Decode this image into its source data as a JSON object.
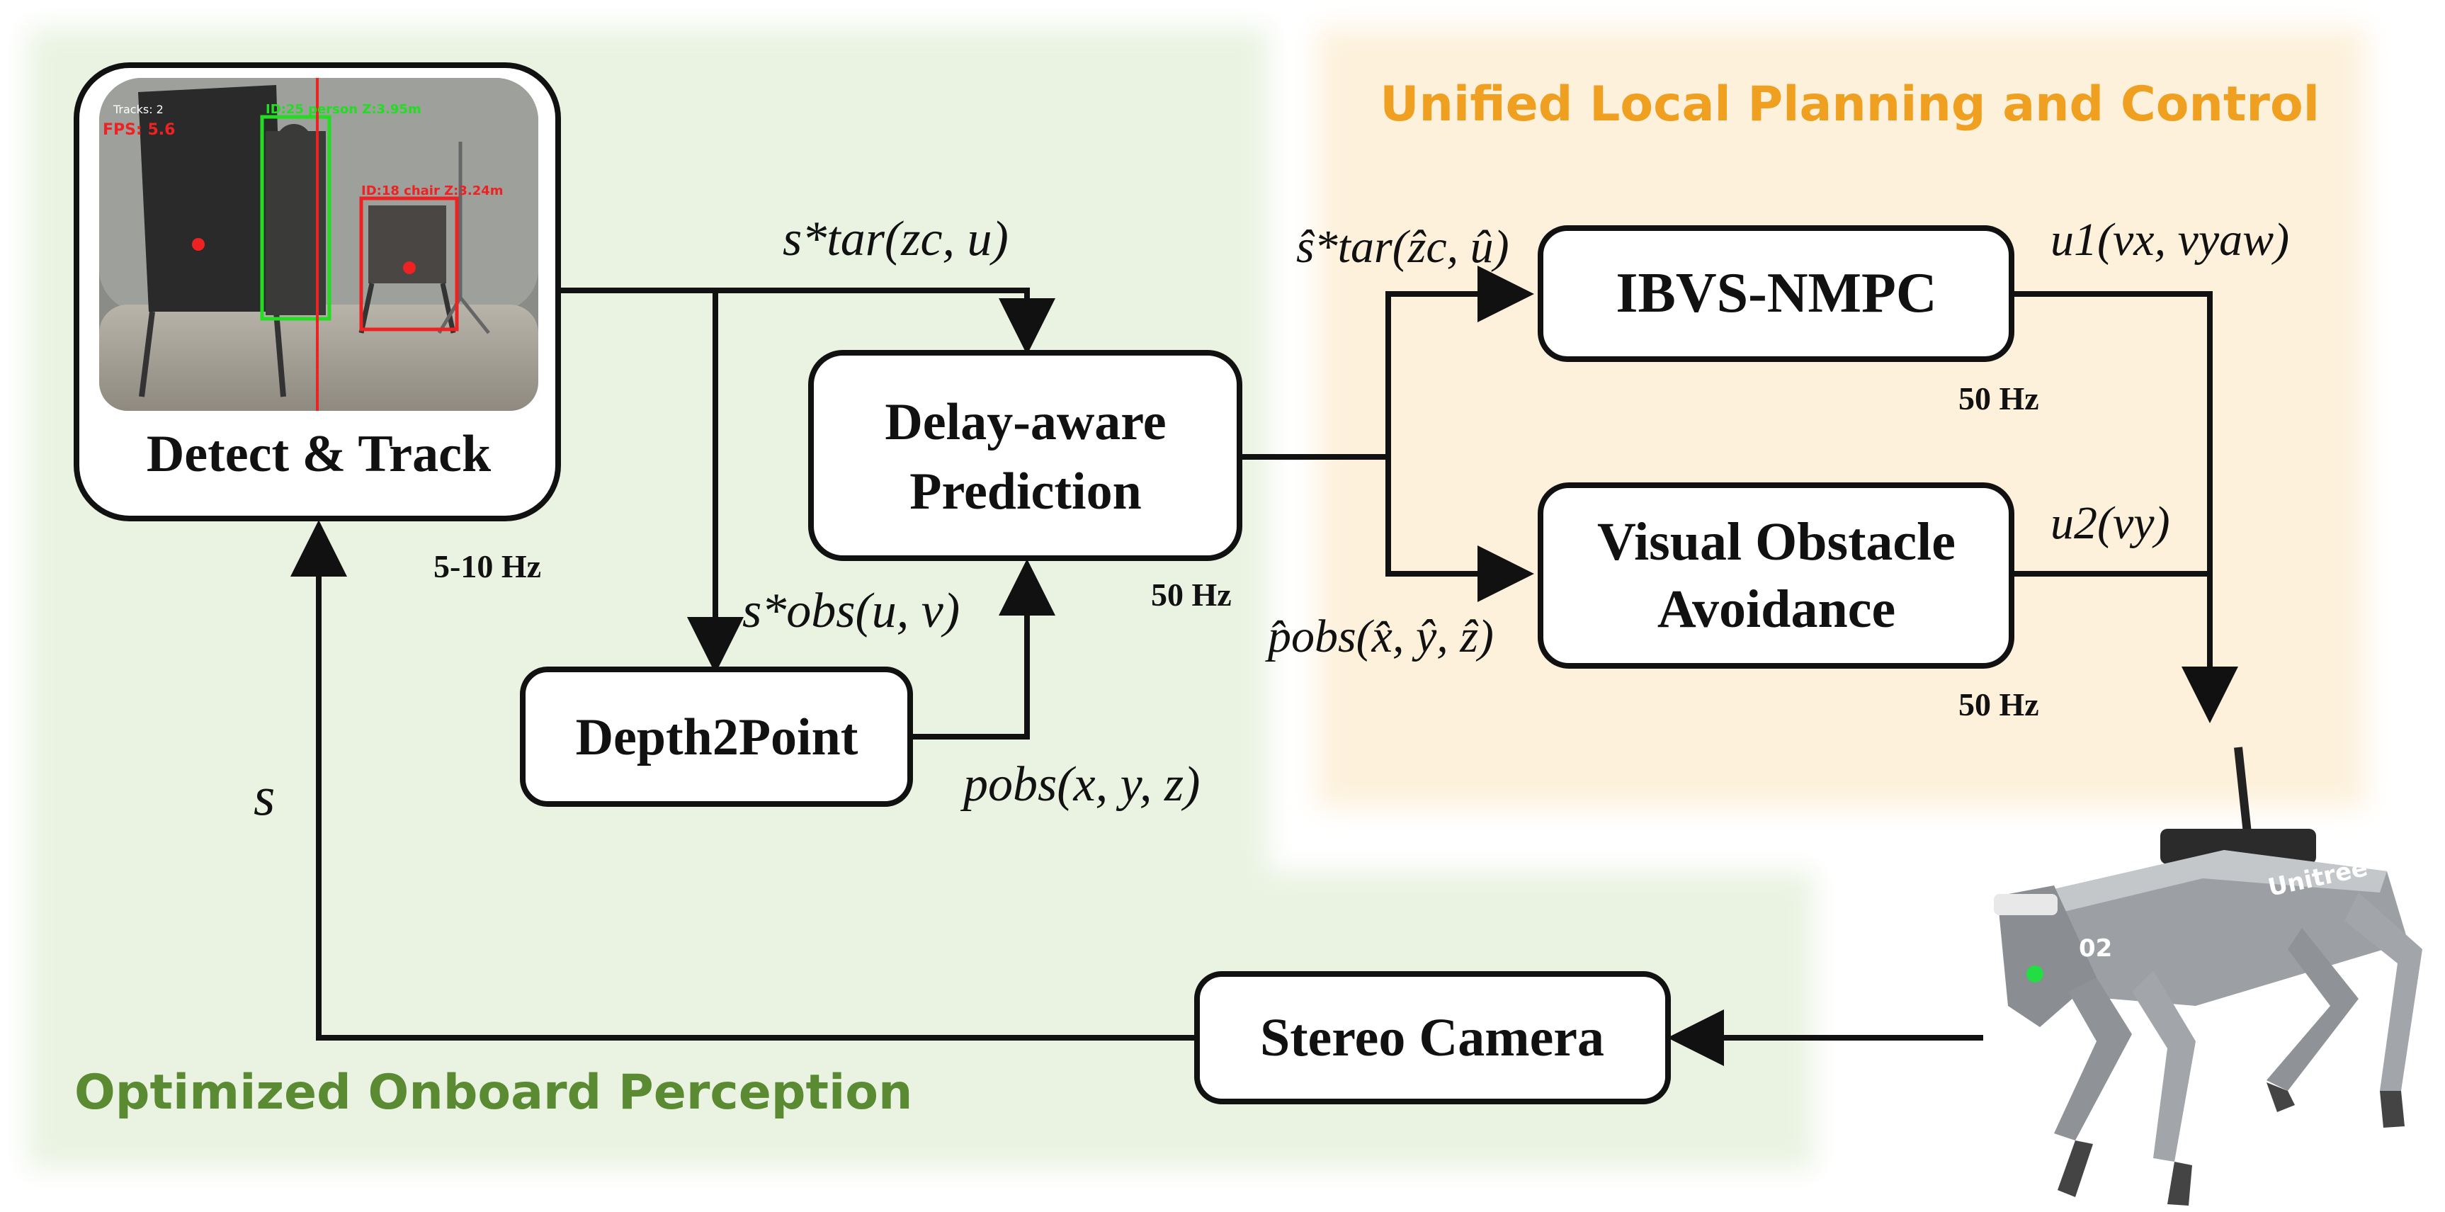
{
  "regions": {
    "perception": {
      "title": "Optimized Onboard Perception",
      "color": "#5a8a32"
    },
    "planning": {
      "title": "Unified Local Planning and Control",
      "color": "#f0a020"
    }
  },
  "nodes": {
    "detect_track": {
      "label": "Detect & Track",
      "rate": "5-10 Hz"
    },
    "delay_prediction": {
      "label_line1": "Delay-aware",
      "label_line2": "Prediction",
      "rate": "50 Hz"
    },
    "depth2point": {
      "label": "Depth2Point"
    },
    "ibvs_nmpc": {
      "label": "IBVS-NMPC",
      "rate": "50 Hz"
    },
    "visual_avoidance": {
      "label_line1": "Visual Obstacle",
      "label_line2": "Avoidance",
      "rate": "50 Hz"
    },
    "stereo_camera": {
      "label": "Stereo Camera"
    }
  },
  "signals": {
    "s_tar": "s*tar(zc, u)",
    "s_obs": "s*obs(u, v)",
    "p_obs": "pobs(x, y, z)",
    "s_tar_hat": "ŝ*tar(ẑc, û)",
    "p_obs_hat": "p̂obs(x̂, ŷ, ẑ)",
    "u1": "u1(vx, vyaw)",
    "u2": "u2(vy)",
    "s": "s"
  },
  "camera_overlay": {
    "line1": "ID:25 person Z:3.95m",
    "line2": "ID:18 chair Z:3.24m",
    "fps": "FPS: 5.6",
    "tracks": "Tracks: 2"
  },
  "robot": {
    "brand": "Unitree",
    "number": "02"
  },
  "colors": {
    "box_stroke": "#111111",
    "arrow": "#111111",
    "perception_bg": "#eaf3e2",
    "planning_bg": "#fdf1dc"
  }
}
